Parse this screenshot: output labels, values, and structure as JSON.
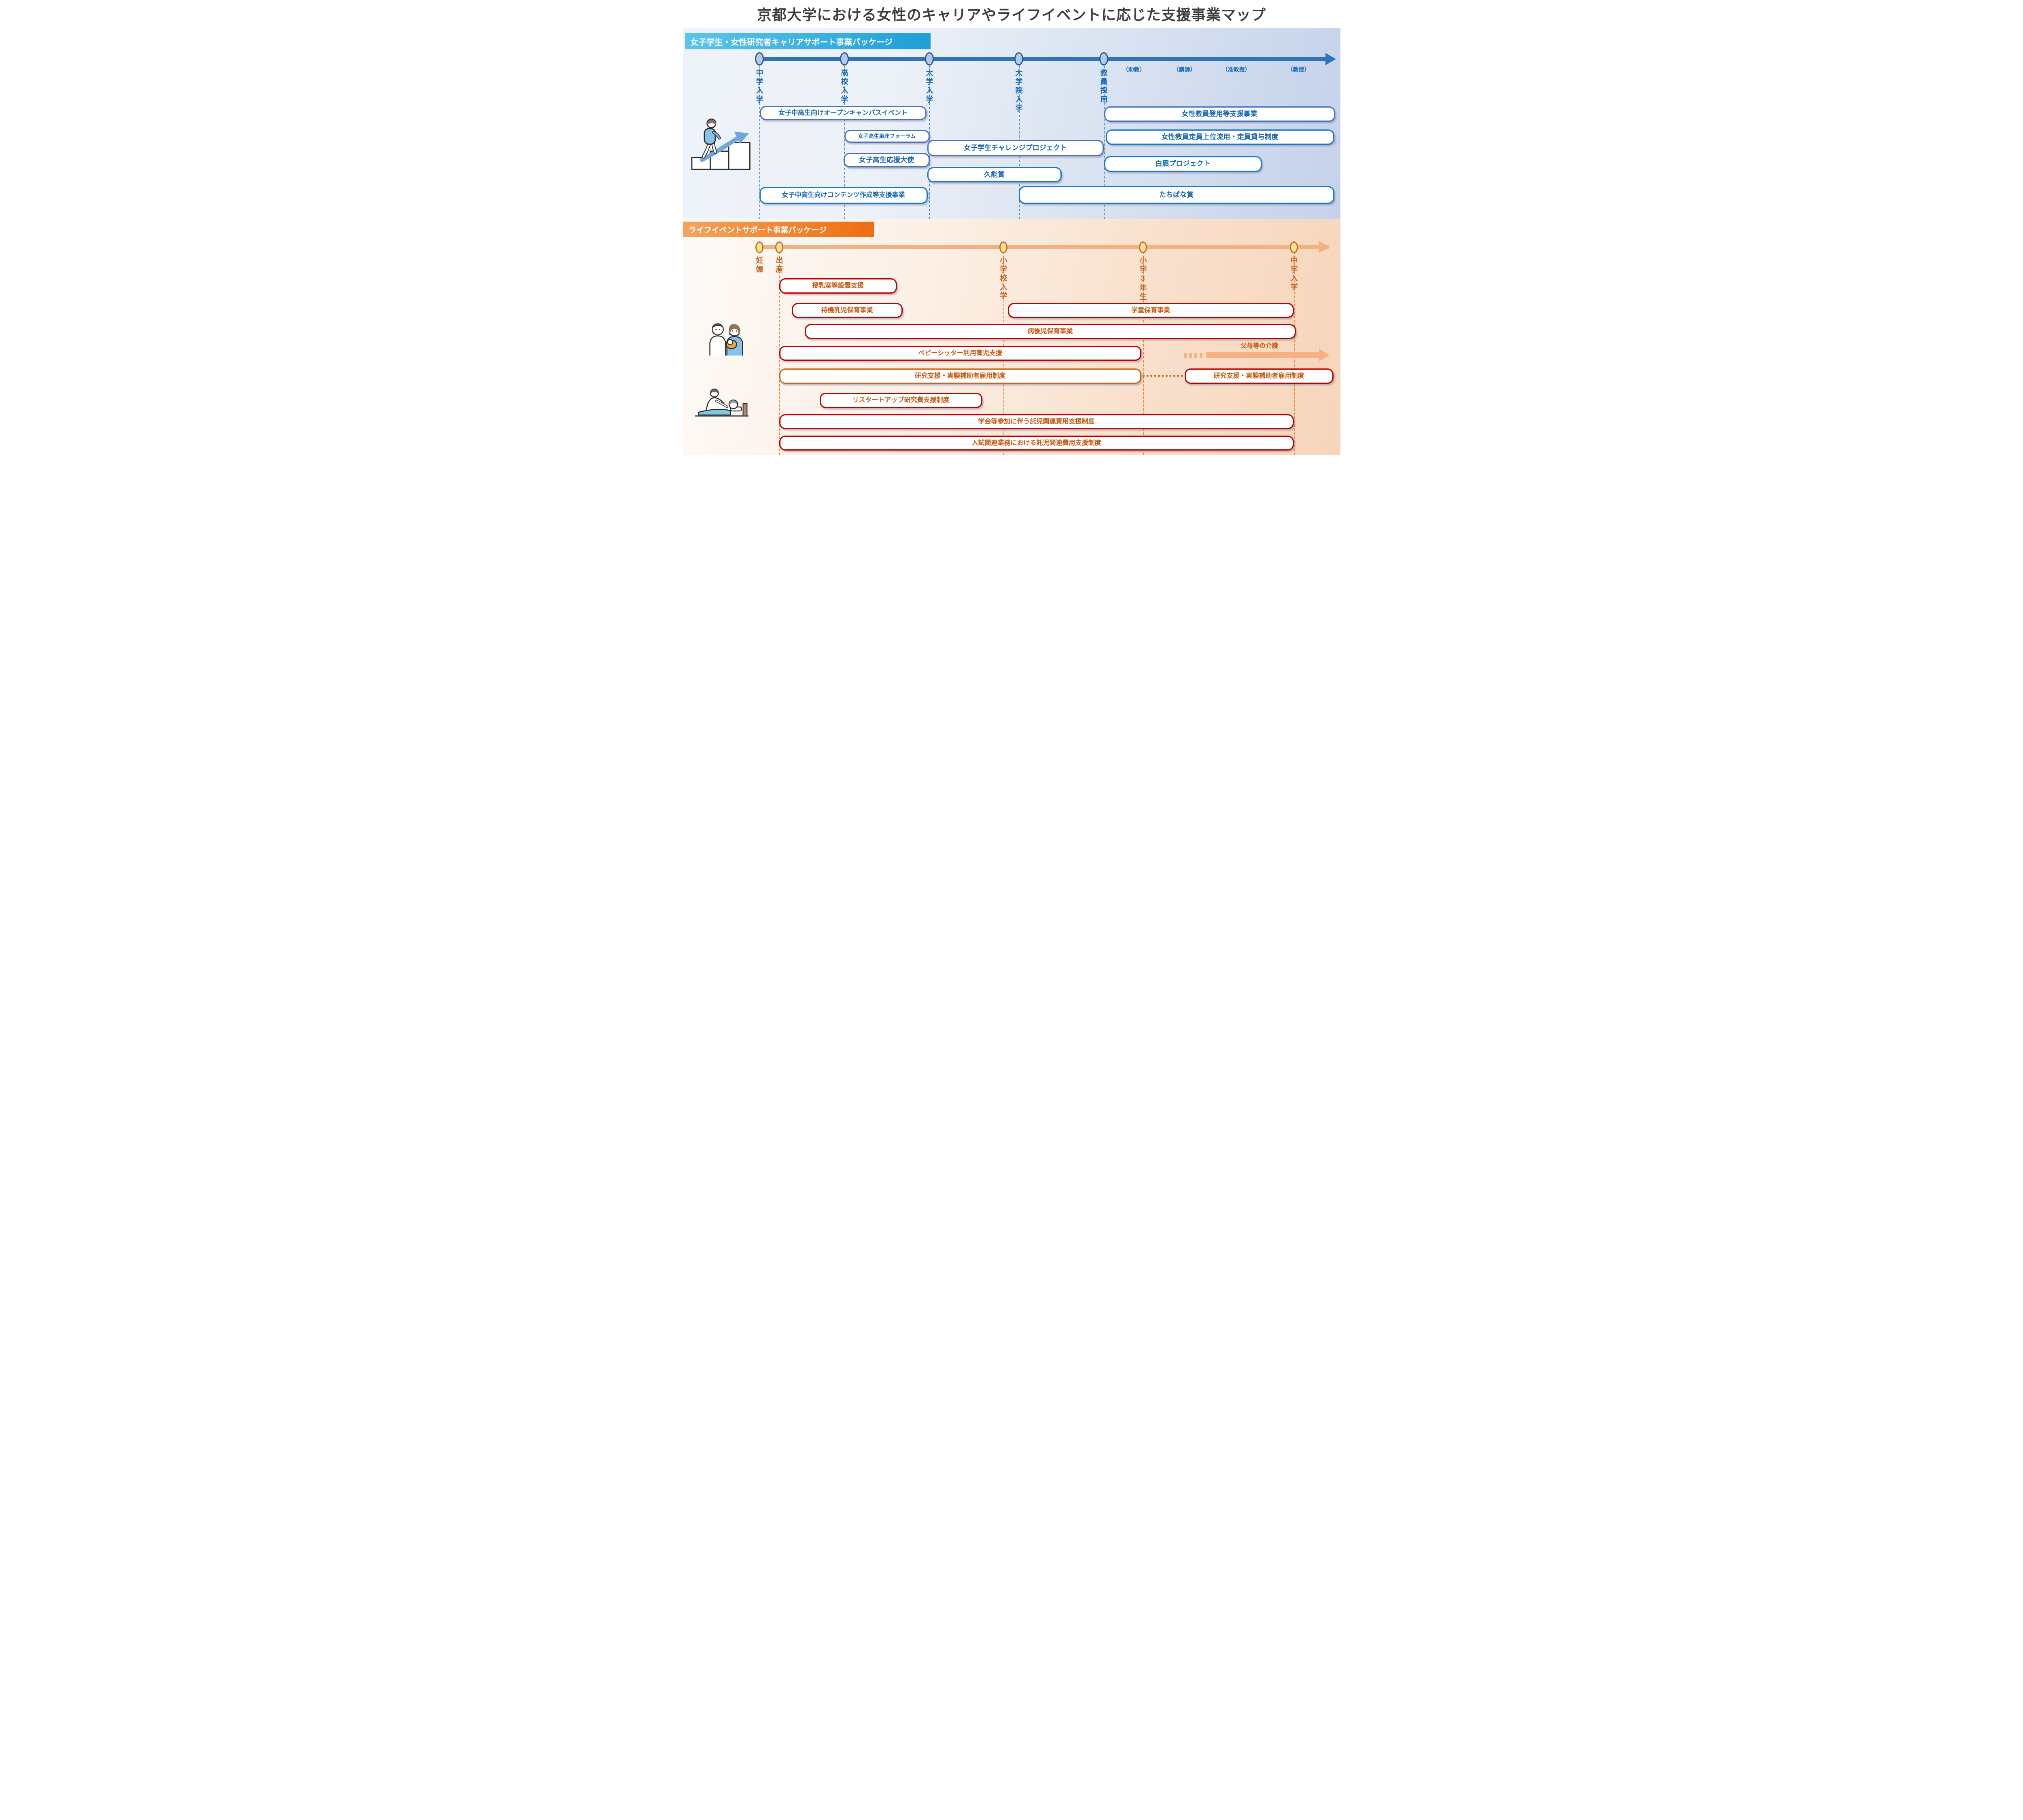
{
  "title": "京都大学における女性のキャリアやライフイベントに応じた支援事業マップ",
  "career": {
    "badge": "女子学生・女性研究者キャリアサポート事業パッケージ",
    "milestones": [
      "中学入学",
      "高校入学",
      "大学入学",
      "大学院入学",
      "教員採用"
    ],
    "ranks": [
      "（助教）",
      "（講師）",
      "（准教授）",
      "（教授）"
    ],
    "programs": [
      "女子中高生向けオープンキャンパスイベント",
      "女子高生車座フォーラム",
      "女子学生チャレンジプロジェクト",
      "女子高生応援大使",
      "久能賞",
      "女子中高生向けコンテンツ作成等支援事業",
      "女性教員登用等支援事業",
      "女性教員定員上位流用・定員貸与制度",
      "白眉プロジェクト",
      "たちばな賞"
    ]
  },
  "life": {
    "badge": "ライフイベントサポート事業パッケージ",
    "milestones": [
      "妊娠",
      "出産",
      "小学校入学",
      "小学3年生",
      "中学入学"
    ],
    "care_note": "父母等の介護",
    "programs": [
      "授乳室等設置支援",
      "待機乳児保育事業",
      "学童保育事業",
      "病後児保育事業",
      "ベビーシッター利用育児支援",
      "研究支援・実験補助者雇用制度",
      "研究支援・実験補助者雇用制度",
      "リスタートアップ研究費支援制度",
      "学会等参加に伴う託児関連費用支援制度",
      "入試関連業務における託児関連費用支援制度"
    ]
  },
  "icons": {
    "career": "person-climbing-steps-icon",
    "family": "parents-holding-baby-icon",
    "care": "nursing-care-icon"
  },
  "colors": {
    "career_accent": "#2e74b6",
    "career_text": "#1769b5",
    "career_box_border_violet": "#4a72c2",
    "career_box_border_blue": "#1b78c8",
    "career_badge_start": "#5bc6ec",
    "career_badge_end": "#1e9fd8",
    "life_accent": "#f3b183",
    "life_text": "#c55a11",
    "life_box_border": "#c00000",
    "life_alt_box_border": "#c9661a",
    "life_badge_start": "#f5a35c",
    "life_badge_end": "#ee6d12",
    "milestone_dot_blue_fill": "#b3c9e7",
    "milestone_dot_orange_fill": "#fbe394"
  }
}
